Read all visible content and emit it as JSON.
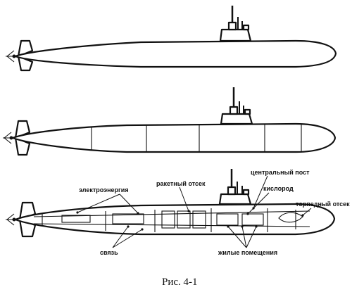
{
  "labels": {
    "power": "электроэнергия",
    "missile": "ракетный отсек",
    "control": "центральный пост",
    "oxygen": "кислород",
    "torpedo": "торпедный отсек",
    "comms": "связь",
    "living": "жилые помещения"
  },
  "caption": "Рис. 4-1",
  "colors": {
    "ink": "#111111",
    "paper": "#ffffff"
  }
}
